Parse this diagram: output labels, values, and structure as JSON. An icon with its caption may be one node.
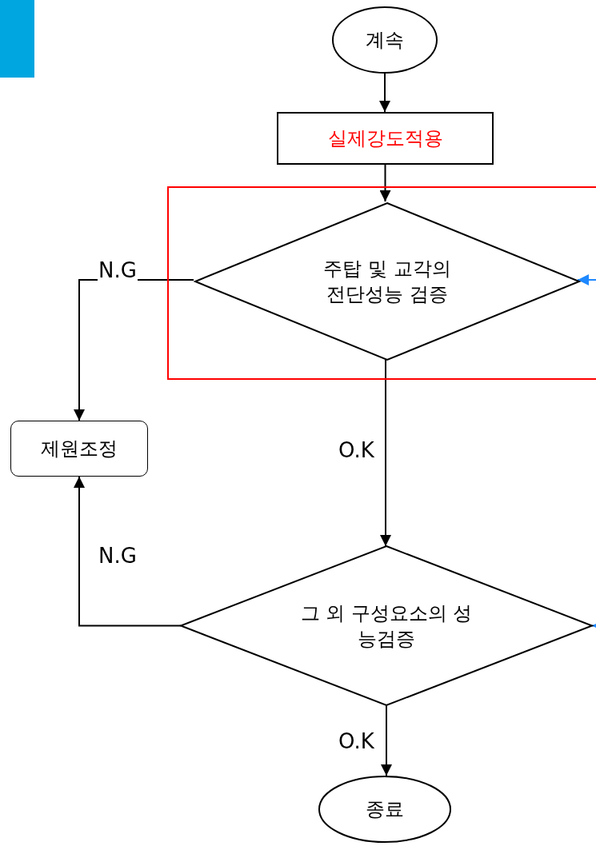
{
  "diagram": {
    "nodes": [
      {
        "text": [
          "계속"
        ]
      },
      {
        "text": [
          "실제강도적용"
        ]
      },
      {
        "text": [],
        "shape": "box"
      },
      {
        "text": [
          "주탑 및 교각의 전단성능 검증"
        ],
        "in": 2
      },
      {
        "text": [
          "제원조정"
        ]
      },
      {
        "text": [
          "그 외 구성요소의 성능검증"
        ]
      },
      {
        "text": [
          "종료"
        ]
      }
    ],
    "edges": [
      {
        "from": 0,
        "to": 1,
        "arrow": "to"
      },
      {
        "from": 1,
        "to": 3,
        "arrow": "to"
      },
      {
        "from": 3,
        "to": 4,
        "arrow": "to",
        "label": "N.G"
      },
      {
        "from": 3,
        "to": 5,
        "arrow": "to",
        "label": "O.K"
      },
      {
        "from": 5,
        "to": 4,
        "arrow": "to",
        "label": "N.G"
      },
      {
        "from": 5,
        "to": 6,
        "arrow": "to",
        "label": "O.K"
      },
      {
        "from": null,
        "to": 3,
        "arrow": "to",
        "color": "#1e88ff"
      },
      {
        "from": null,
        "to": 5,
        "arrow": "to",
        "color": "#1e88ff"
      }
    ]
  }
}
